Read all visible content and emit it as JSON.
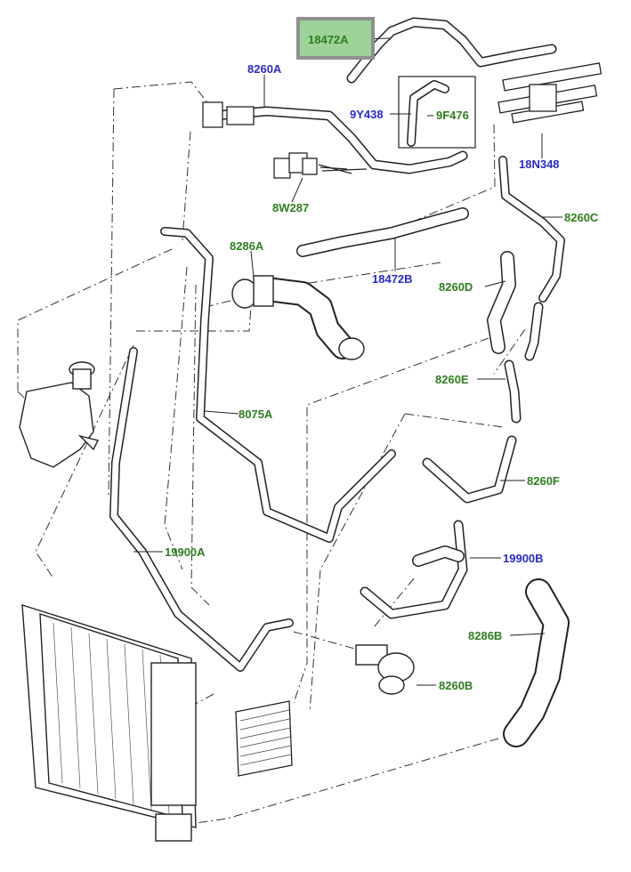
{
  "diagram": {
    "colors": {
      "green_label": "#2e7d1f",
      "blue_label": "#2a2ac4",
      "highlight_fill": "#9ed29b",
      "highlight_border": "#8f8f8f",
      "line": "#222222"
    },
    "highlighted_part": "18472A",
    "labels": {
      "p18472A": "18472A",
      "p8260A": "8260A",
      "p9Y438": "9Y438",
      "p9F476": "9F476",
      "p18N348": "18N348",
      "p8W287": "8W287",
      "p8260C": "8260C",
      "p8286A": "8286A",
      "p18472B": "18472B",
      "p8260D": "8260D",
      "p8260E": "8260E",
      "p8075A": "8075A",
      "p8260F": "8260F",
      "p19900A": "19900A",
      "p19900B": "19900B",
      "p8286B": "8286B",
      "p8260B": "8260B"
    }
  }
}
